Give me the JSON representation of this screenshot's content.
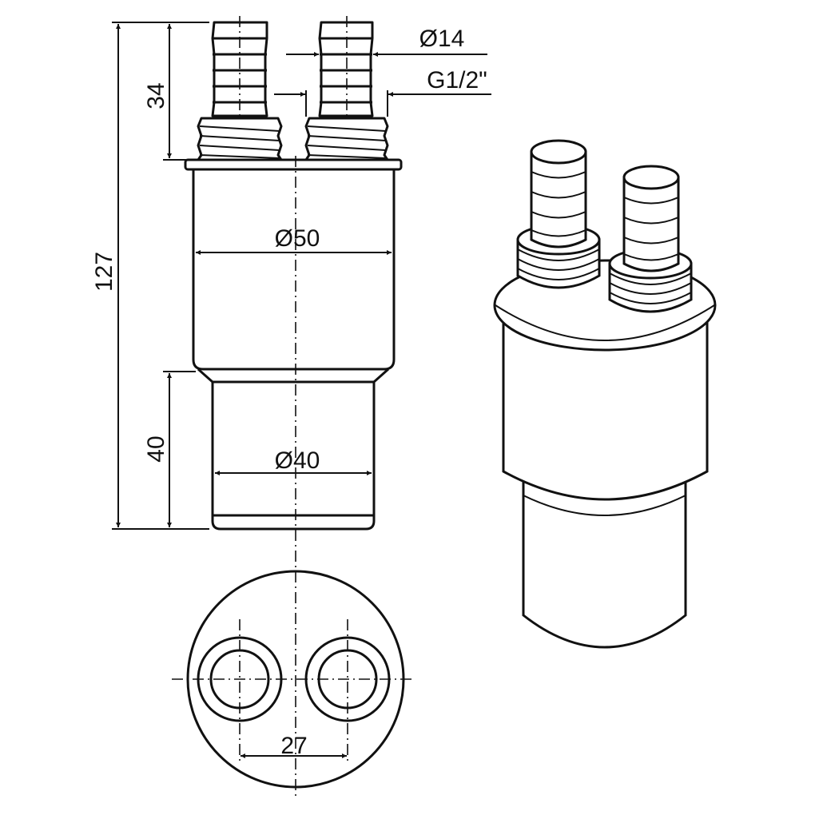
{
  "dimensions": {
    "nozzle_diameter": "Ø14",
    "thread": "G1/2\"",
    "nozzle_height": "34",
    "total_height": "127",
    "body_diameter": "Ø50",
    "spigot_height": "40",
    "spigot_diameter": "Ø40",
    "nozzle_spacing": "27"
  },
  "colors": {
    "line": "#111111",
    "background": "#ffffff"
  }
}
